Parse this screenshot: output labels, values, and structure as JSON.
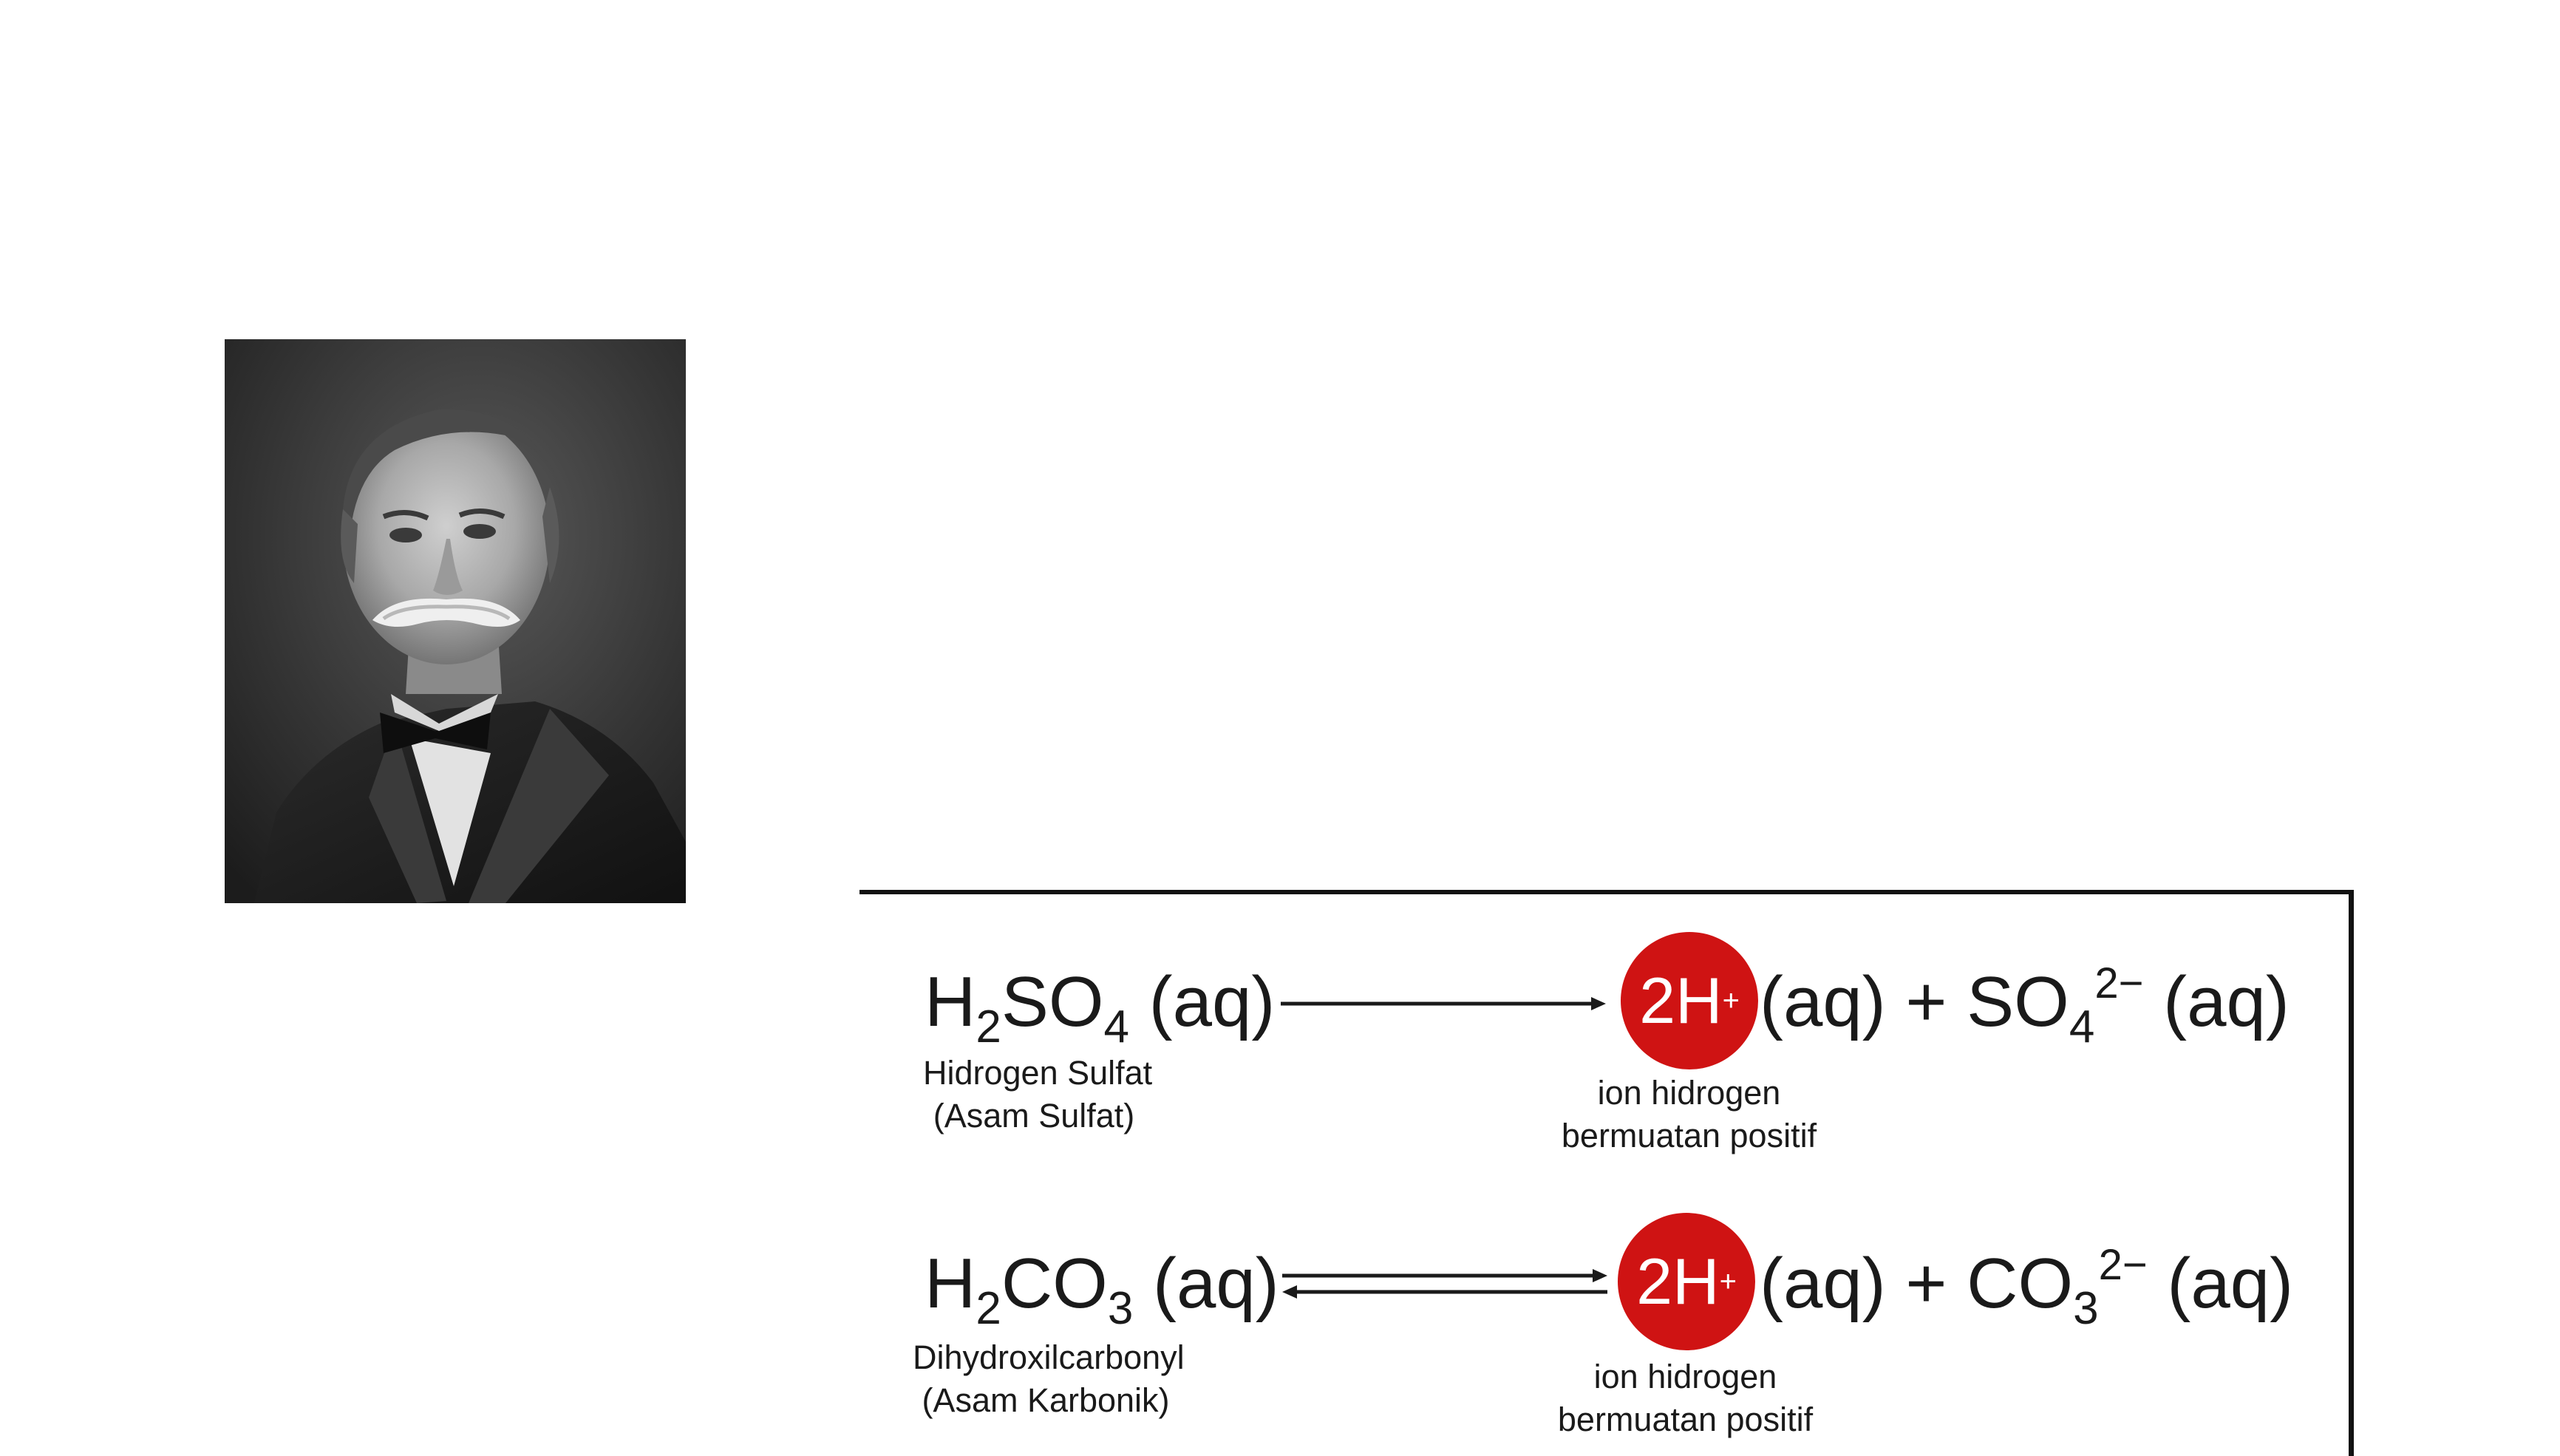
{
  "reactions": [
    {
      "reactant": {
        "main": "H",
        "sub1": "2",
        "mid": "SO",
        "sub2": "4",
        "state": " (aq)"
      },
      "reactant_name": "Hidrogen Sulfat",
      "reactant_common": "(Asam Sulfat)",
      "arrow": "single",
      "ion": {
        "coef": "2H",
        "charge": "+"
      },
      "ion_state": " (aq) + ",
      "anion": {
        "main": "SO",
        "sub": "4",
        "charge": "2−",
        "state": " (aq)"
      },
      "ion_caption_1": "ion hidrogen",
      "ion_caption_2": "bermuatan positif"
    },
    {
      "reactant": {
        "main": "H",
        "sub1": "2",
        "mid": "CO",
        "sub2": "3",
        "state": " (aq)"
      },
      "reactant_name": "Dihydroxilcarbonyl",
      "reactant_common": "(Asam Karbonik)",
      "arrow": "equilibrium",
      "ion": {
        "coef": "2H",
        "charge": "+"
      },
      "ion_state": " (aq) + ",
      "anion": {
        "main": "CO",
        "sub": "3",
        "charge": "2−",
        "state": " (aq)"
      },
      "ion_caption_1": "ion hidrogen",
      "ion_caption_2": "bermuatan positif"
    }
  ],
  "colors": {
    "ion_circle": "#cf1313",
    "text": "#1a1a1a",
    "border": "#111111"
  }
}
